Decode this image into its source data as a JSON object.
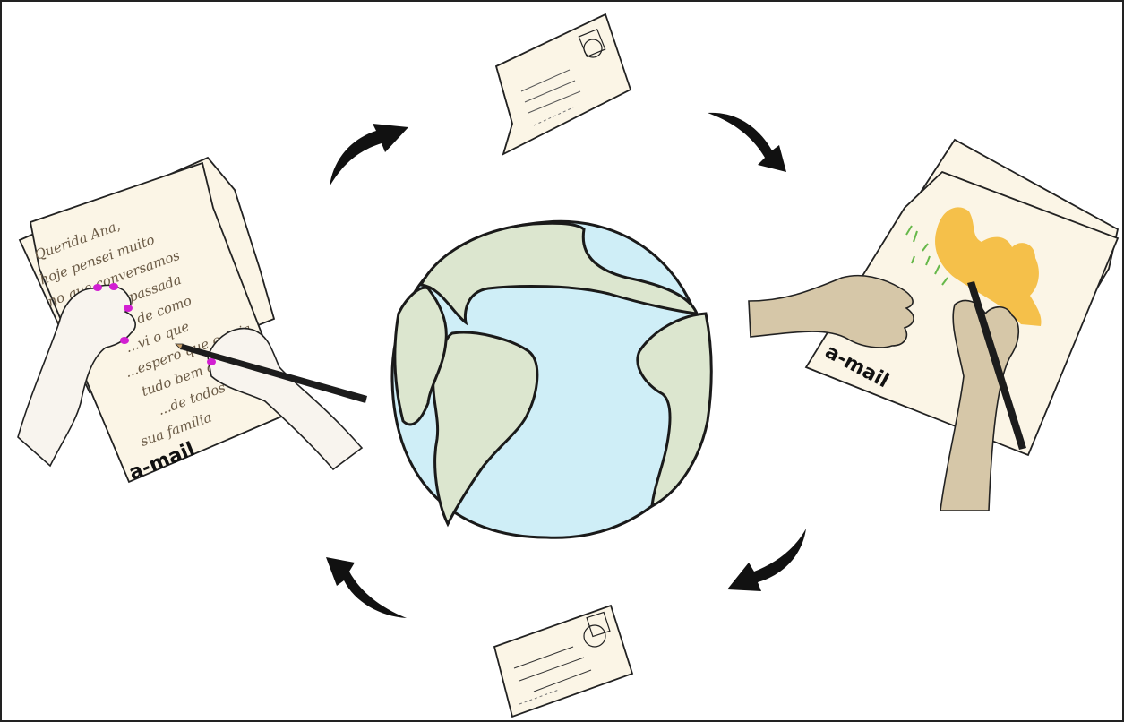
{
  "letter_left": {
    "lines": [
      "Querida Ana,",
      "hoje pensei muito",
      "no que conversamos",
      "na semana passada",
      "lembrando de como",
      "...vi o que",
      "...espero que esteja",
      "tudo bem com",
      "...de todos",
      "sua família"
    ],
    "brand": "a-mail"
  },
  "letter_right": {
    "brand": "a-mail"
  },
  "colors": {
    "ocean": "#cfeef7",
    "land": "#dce6cf",
    "paper": "#fbf5e6",
    "arrow": "#111111",
    "nail": "#d21fd2",
    "drawing": "#f5c04a",
    "grass": "#66b84a",
    "skin_light": "#f8f4ee",
    "skin_tan": "#d6c7a8"
  },
  "icons": [
    "globe-icon",
    "envelope-icon",
    "postcard-icon",
    "arrow-icon",
    "pencil-icon",
    "hand-icon"
  ]
}
